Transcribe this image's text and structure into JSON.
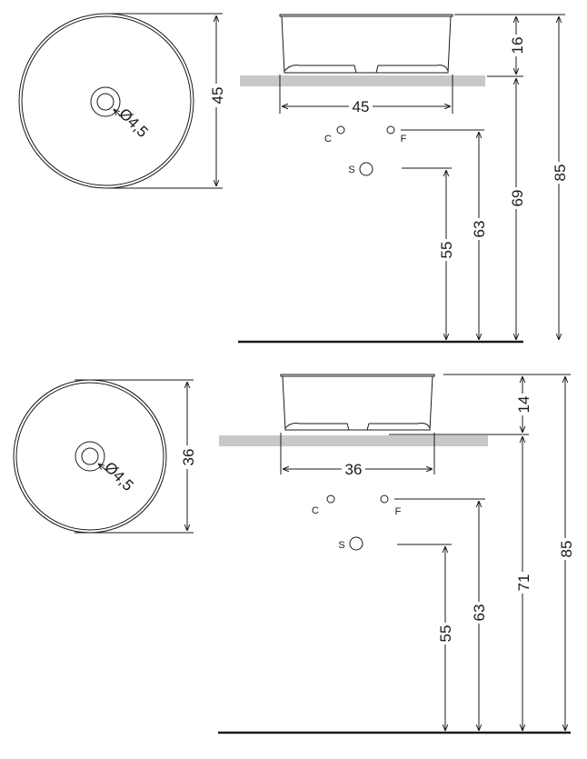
{
  "colors": {
    "ink": "#1a1a1a",
    "countertop": "#c8c8c8",
    "background": "#ffffff"
  },
  "drawings": [
    {
      "plan": {
        "diameter_label": "45",
        "hole_label": "Ø4,5"
      },
      "elevation": {
        "width_label": "45",
        "bowl_height_label": "16",
        "counter_height_label": "69",
        "total_height_label": "85",
        "cold_label": "C",
        "hot_label": "F",
        "waste_label": "S",
        "waste_height_label": "55",
        "supply_height_label": "63"
      }
    },
    {
      "plan": {
        "diameter_label": "36",
        "hole_label": "Ø4,5"
      },
      "elevation": {
        "width_label": "36",
        "bowl_height_label": "14",
        "counter_height_label": "71",
        "total_height_label": "85",
        "cold_label": "C",
        "hot_label": "F",
        "waste_label": "S",
        "waste_height_label": "55",
        "supply_height_label": "63"
      }
    }
  ]
}
